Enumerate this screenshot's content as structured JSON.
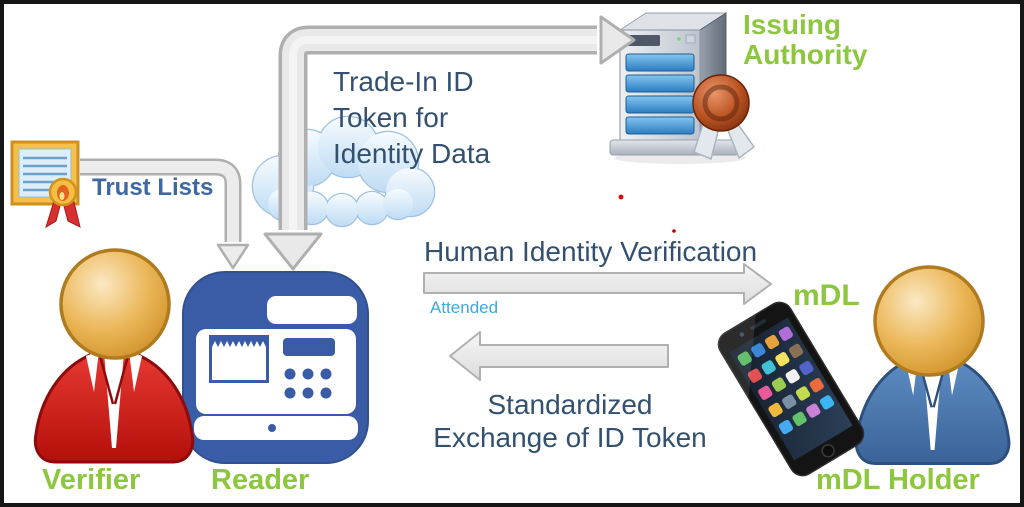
{
  "nodes": {
    "trust_lists": {
      "label": "Trust Lists"
    },
    "issuing_authority": {
      "line1": "Issuing",
      "line2": "Authority"
    },
    "verifier": {
      "label": "Verifier"
    },
    "reader": {
      "label": "Reader"
    },
    "mdl": {
      "label": "mDL"
    },
    "mdl_holder": {
      "label": "mDL Holder"
    }
  },
  "flows": {
    "trade_in_token": {
      "line1": "Trade-In ID",
      "line2": "Token for",
      "line3": "Identity Data"
    },
    "human_identity_verification": {
      "label": "Human Identity Verification",
      "mode": "Attended"
    },
    "standardized_exchange": {
      "line1": "Standardized",
      "line2": "Exchange of ID Token"
    }
  },
  "icons": {
    "certificate": "trust-list-certificate-icon",
    "cloud": "cloud-icon",
    "server": "issuing-authority-server-icon",
    "seal": "wax-seal-icon",
    "reader_device": "card-reader-terminal-icon",
    "verifier_person": "verifier-person-icon",
    "holder_person": "mdl-holder-person-icon",
    "phone": "smartphone-icon"
  },
  "colors": {
    "label_green": "#8DC63F",
    "flow_text_blue": "#33516F",
    "trust_lists_blue": "#3D68A0",
    "attended_cyan": "#3EA9DC",
    "arrow_fill": "#E9E9E9",
    "arrow_stroke": "#AFAFAF",
    "reader_blue": "#3A5CA6",
    "verifier_red": "#CC1A12",
    "holder_blue": "#4377B1",
    "head_gold": "#E2A93C",
    "server_bay_blue": "#3E8FD0",
    "cloud_blue": "#D9EBFA"
  }
}
